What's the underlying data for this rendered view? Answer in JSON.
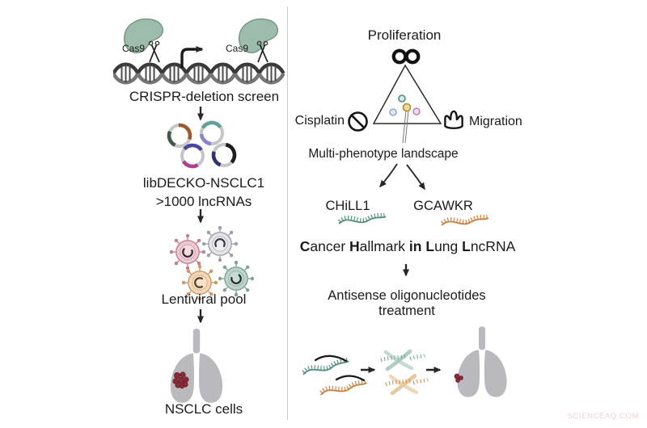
{
  "left_panel": {
    "cas9_label": "Cas9",
    "crispr_label": "CRISPR-deletion screen",
    "library_name": "libDECKO-NSCLC1",
    "library_size": ">1000 lncRNAs",
    "lentiviral_label": "Lentiviral pool",
    "nsclc_label": "NSCLC cells"
  },
  "right_panel": {
    "proliferation_label": "Proliferation",
    "infinity_symbol": "∞",
    "cisplatin_label": "Cisplatin",
    "migration_label": "Migration",
    "landscape_label": "Multi-phenotype landscape",
    "lncrna_1": "CHiLL1",
    "lncrna_2": "GCAWKR",
    "hallmark_segments": {
      "s1": "C",
      "s2": "ancer ",
      "s3": "H",
      "s4": "allmark ",
      "s5": "in",
      "s6": " ",
      "s7": "L",
      "s8": "ung ",
      "s9": "L",
      "s10": "ncRNA"
    },
    "aso_line1": "Antisense oligonucleotides",
    "aso_line2": "treatment"
  },
  "watermark": "SCIENCEAQ.COM",
  "icons": [
    "cas9-blob-icon",
    "scissors-icon",
    "dna-helix-icon",
    "transcription-start-arrow-icon",
    "plasmid-ring-icon",
    "virus-particle-icon",
    "lungs-icon",
    "tumor-icon",
    "infinity-icon",
    "triangle-landscape-icon",
    "prohibition-icon",
    "crown-migration-icon",
    "rna-squiggle-icon",
    "aso-strands-icon",
    "degraded-rna-icon",
    "arrow-icon"
  ],
  "colors": {
    "cas9_green": "#9dbcab",
    "dna_dark": "#3a3a3a",
    "lung_gray": "#bababe",
    "tumor_red": "#8b2b36",
    "teal_rna": "#4f8f7f",
    "orange_rna": "#c9803f",
    "watermark_pink": "#f0cfcf"
  }
}
